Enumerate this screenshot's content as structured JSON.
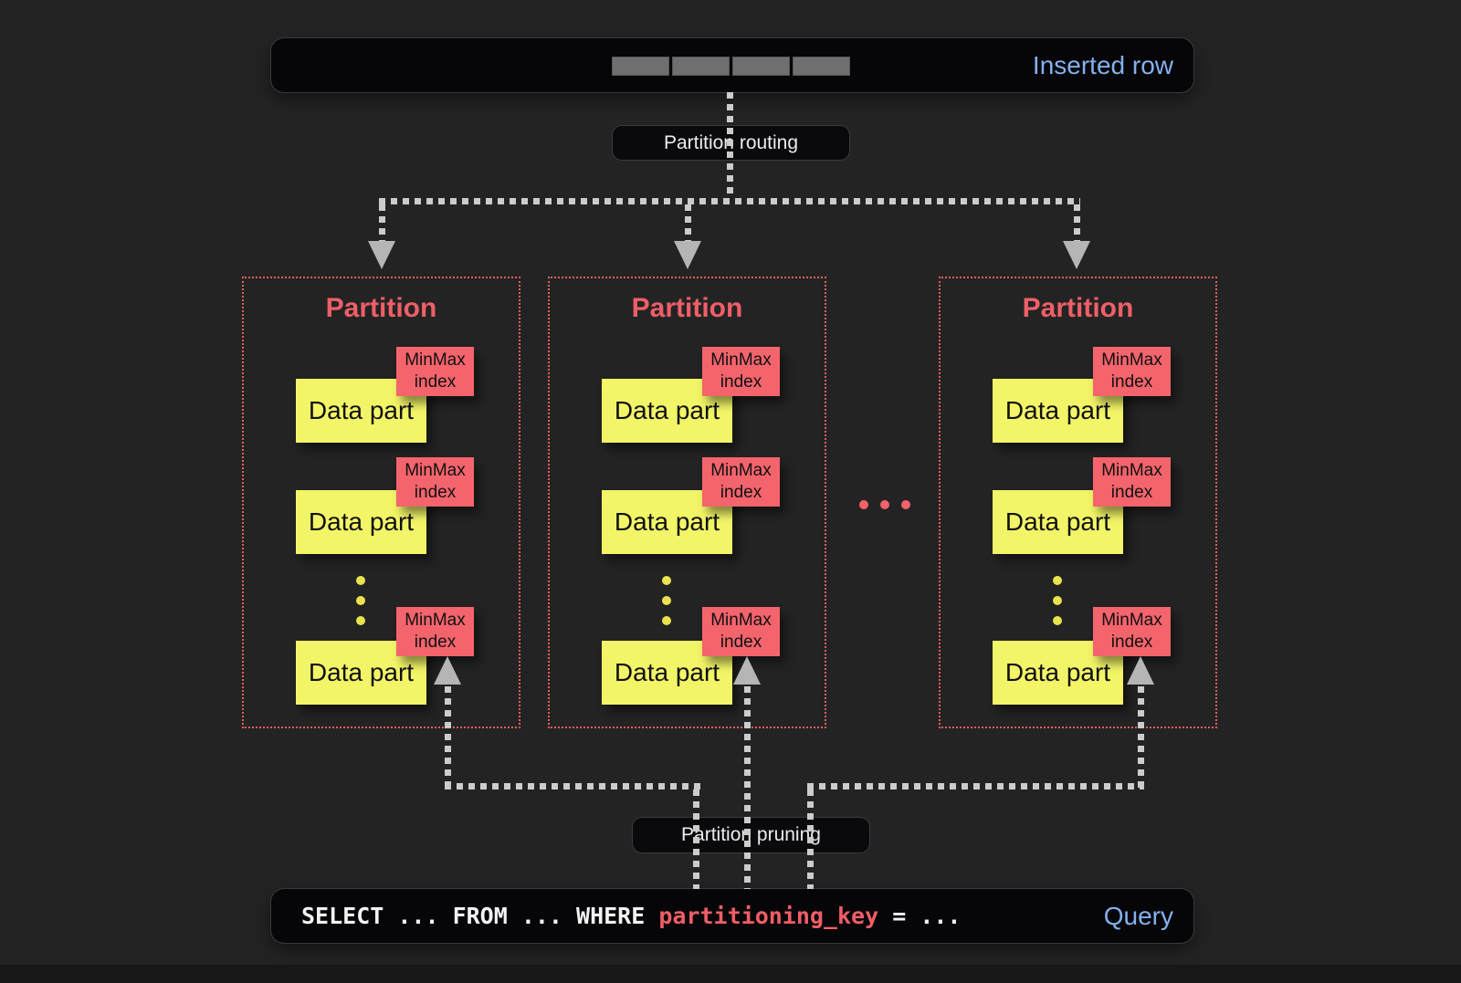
{
  "inserted_row": {
    "label": "Inserted row",
    "cell_count": 4
  },
  "labels": {
    "routing": "Partition routing",
    "pruning": "Partition pruning"
  },
  "partitions": [
    {
      "title": "Partition",
      "parts": [
        {
          "label": "Data part",
          "tag": "MinMax index"
        },
        {
          "label": "Data part",
          "tag": "MinMax index"
        },
        {
          "label": "Data part",
          "tag": "MinMax index"
        }
      ]
    },
    {
      "title": "Partition",
      "parts": [
        {
          "label": "Data part",
          "tag": "MinMax index"
        },
        {
          "label": "Data part",
          "tag": "MinMax index"
        },
        {
          "label": "Data part",
          "tag": "MinMax index"
        }
      ]
    },
    {
      "title": "Partition",
      "parts": [
        {
          "label": "Data part",
          "tag": "MinMax index"
        },
        {
          "label": "Data part",
          "tag": "MinMax index"
        },
        {
          "label": "Data part",
          "tag": "MinMax index"
        }
      ]
    }
  ],
  "query": {
    "sql_before": "SELECT ... FROM ... WHERE ",
    "sql_key": "partitioning_key",
    "sql_after": " = ...",
    "label": "Query"
  },
  "colors": {
    "accent_blue": "#84b1ed",
    "partition_red": "#ee5f68",
    "data_part_yellow": "#f3f568",
    "minmax_red": "#f4646c",
    "connector_gray": "#cccccc"
  }
}
